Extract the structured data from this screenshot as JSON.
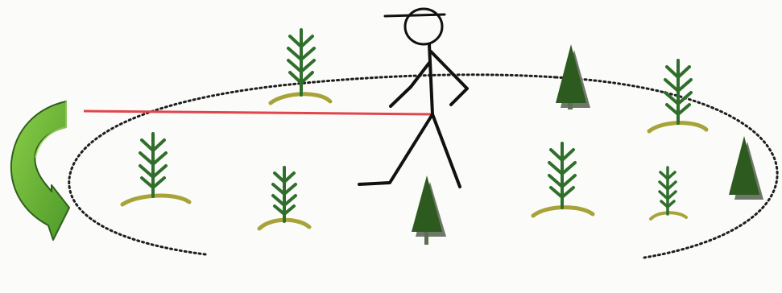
{
  "diagram": {
    "description_text": "",
    "colors": {
      "background": "#fbfbf9",
      "seedling": "#2f6f2b",
      "ground": "#a8a338",
      "tree": "#2c5a1f",
      "tree_shadow": "#6e7768",
      "arrow_fill": "#6fb437",
      "arrow_stroke": "#2f5f1c",
      "radius_line": "#e0464c",
      "stick_figure": "#111111",
      "boundary": "#1e1e1e"
    },
    "elements": {
      "boundary": "dotted-circle",
      "figure": "person-stick-figure",
      "radius": "red-radius-line",
      "rotation": "curved-arrow-icon",
      "plants": [
        "seedling",
        "seedling",
        "seedling",
        "seedling",
        "seedling",
        "seedling"
      ],
      "trees": [
        "conifer",
        "conifer",
        "conifer"
      ]
    }
  }
}
